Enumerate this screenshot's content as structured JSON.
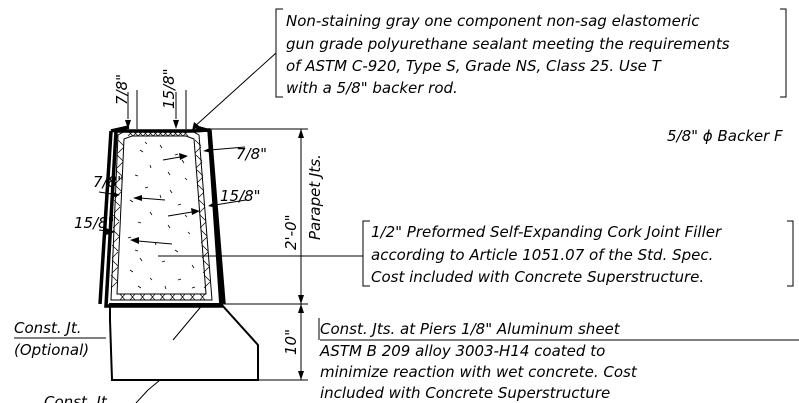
{
  "notes": {
    "sealant": [
      "Non-staining gray one component non-sag elastomeric",
      "gun grade polyurethane sealant meeting the requirements",
      "of ASTM C-920, Type S, Grade NS, Class 25. Use T",
      "with a 5/8\" backer rod."
    ],
    "backer_rod": "5/8\" ϕ Backer F",
    "cork_filler": [
      "1/2\" Preformed Self-Expanding Cork Joint Filler",
      "according to Article 1051.07 of the Std. Spec.",
      "Cost included with Concrete Superstructure."
    ],
    "aluminum_sheet": [
      "Const. Jts. at Piers 1/8\" Aluminum sheet",
      "ASTM B 209 alloy 3003-H14 coated to",
      "minimize reaction with wet concrete.  Cost",
      "included with Concrete Superstructure"
    ],
    "const_jt_optional": [
      "Const. Jt.",
      "(Optional)"
    ],
    "const_jt_bottom": "Const. Jt."
  },
  "dimensions": {
    "top_left": "7/8\"",
    "top_right": "15/8\"",
    "right_upper": "7/8\"",
    "left_upper": "7/8\"",
    "right_lower": "15/8\"",
    "left_lower": "15/8\"",
    "height_parapet": "2'-0\"",
    "parapet_label": "Parapet Jts.",
    "height_base": "10\""
  }
}
